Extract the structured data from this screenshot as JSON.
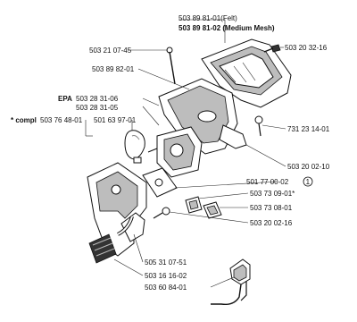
{
  "labels": {
    "felt": "503 89 81-01(Felt)",
    "mesh": "503 89 81-02 (Medium Mesh)",
    "p503203216": "503 20 32-16",
    "p503210745": "503 21 07-45",
    "p503898201": "503 89 82-01",
    "epa_prefix": "EPA",
    "p503283106": "503 28 31-06",
    "p503283105": "503 28 31-05",
    "compl_prefix": "* compl",
    "p503764801": "503 76 48-01",
    "p501639701": "501 63 97-01",
    "p731231401": "731 23 14-01",
    "p503200210": "503 20 02-10",
    "p501770002": "501 77 00-02",
    "circled_1": "1",
    "p503730901": "503 73 09-01*",
    "p503730801": "503 73 08-01",
    "p503200216": "503 20 02-16",
    "p505310751": "505 31 07-51",
    "p503161602": "503 16 16-02",
    "p503608401": "503 60 84-01"
  }
}
